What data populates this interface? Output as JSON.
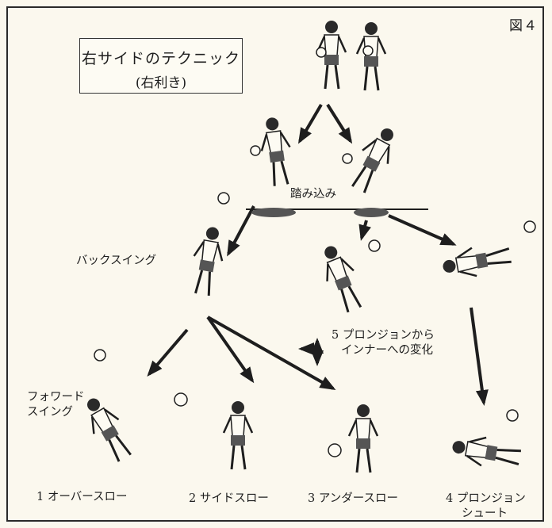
{
  "figure_label": "図４",
  "title": {
    "line1": "右サイドのテクニック",
    "line2": "(右利き)"
  },
  "labels": {
    "step_in": "踏み込み",
    "back_swing": "バックスイング",
    "forward_swing": [
      "フォワード",
      "スイング"
    ],
    "plunge_inner": [
      "5 プロンジョンから",
      "インナーへの変化"
    ],
    "overarm_throw": "1 オーバースロー",
    "side_throw": "2 サイドスロー",
    "underarm_throw": "3 アンダースロー",
    "plunge_shot": [
      "4 プロンジョン",
      "シュート"
    ]
  },
  "colors": {
    "paper": "#fbf8ee",
    "ink": "#1e1e1e",
    "shorts": "#555555"
  }
}
